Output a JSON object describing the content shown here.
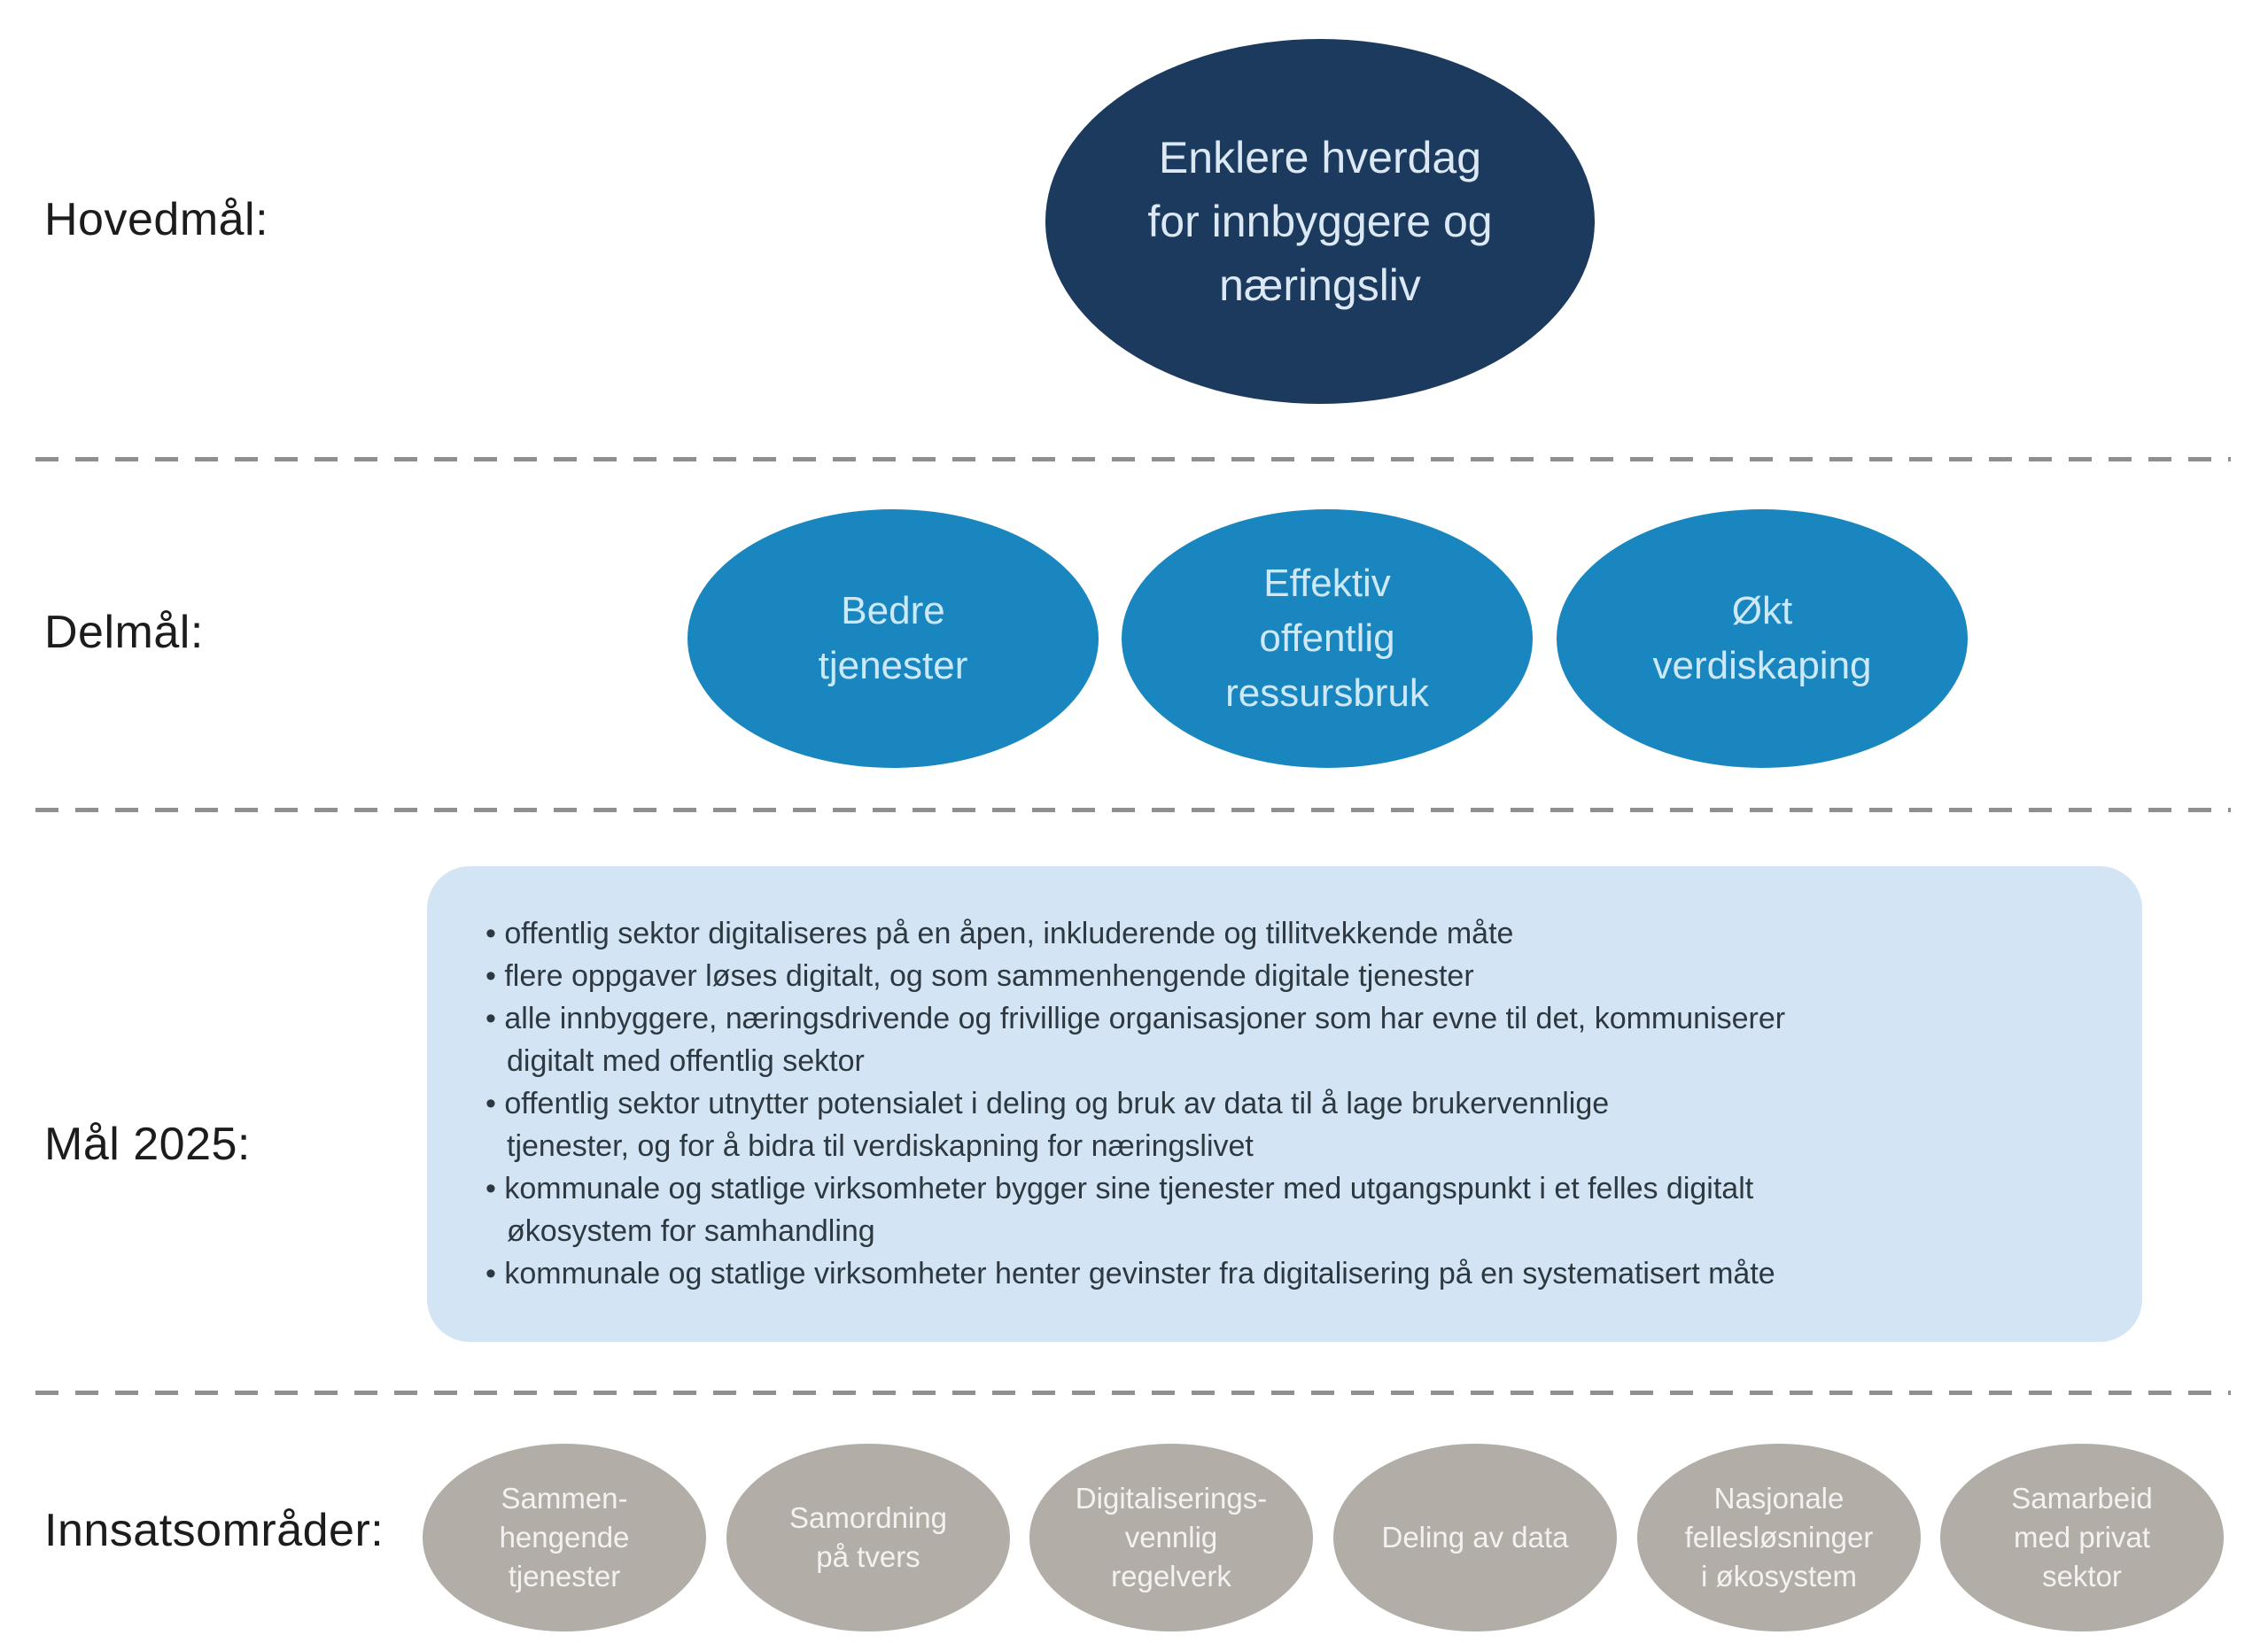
{
  "figure": {
    "labels": {
      "hovedmal": "Hovedmål:",
      "delmal": "Delmål:",
      "mal_2025": "Mål 2025:",
      "innsatsomrader": "Innsatsområder:"
    },
    "hovedmal": {
      "ellipse_text": "Enklere hverdag\nfor innbyggere og\nnæringsliv"
    },
    "delmal": {
      "ellipses": [
        {
          "text": "Bedre\ntjenester"
        },
        {
          "text": "Effektiv\noffentlig\nressursbruk"
        },
        {
          "text": "Økt\nverdiskaping"
        }
      ]
    },
    "mal_2025": {
      "bullets": [
        "offentlig sektor digitaliseres på en åpen, inkluderende og tillitvekkende måte",
        "flere oppgaver løses digitalt, og som sammenhengende digitale tjenester",
        "alle innbyggere, næringsdrivende og frivillige organisasjoner som har evne til det, kommuniserer\ndigitalt med offentlig sektor",
        "offentlig sektor utnytter potensialet i deling og bruk av data til å lage brukervennlige\ntjenester, og for å bidra til verdiskapning for næringslivet",
        "kommunale og statlige virksomheter bygger sine tjenester med utgangspunkt i et felles digitalt\nøkosystem for samhandling",
        "kommunale og statlige virksomheter henter gevinster fra digitalisering på en systematisert måte"
      ]
    },
    "innsatsomrader": {
      "ellipses": [
        {
          "text": "Sammen-\nhengende\ntjenester"
        },
        {
          "text": "Samordning\npå tvers"
        },
        {
          "text": "Digitaliserings-\nvennlig\nregelverk"
        },
        {
          "text": "Deling av data"
        },
        {
          "text": "Nasjonale\nfellesløsninger\ni økosystem"
        },
        {
          "text": "Samarbeid\nmed privat\nsektor"
        }
      ]
    },
    "colors": {
      "dark_navy_ellipse": "#1b3a5e",
      "medium_blue_ellipse": "#1a86c0",
      "light_blue_panel": "#d3e5f4",
      "gray_ellipse": "#b3ada8",
      "dashed_divider": "#8f8f8f",
      "label_text": "#1c1c1c",
      "bullet_text": "#2e3840"
    }
  }
}
